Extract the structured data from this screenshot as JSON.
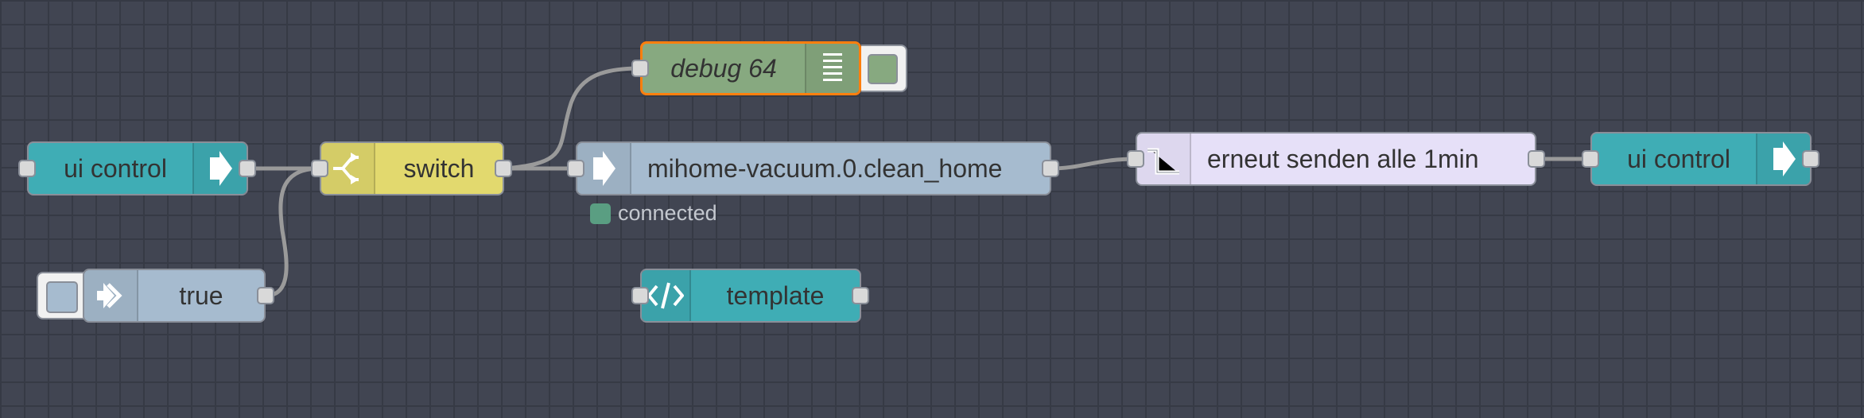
{
  "colors": {
    "ui_control": "#3fadb5",
    "switch": "#e2d96e",
    "debug": "#87a980",
    "mihome": "#a6bbcf",
    "delay": "#e6e0f8",
    "template": "#3fadb5",
    "inject": "#a6bbcf",
    "selection": "#ff7f0e",
    "status_connected": "#5a9e82"
  },
  "nodes": {
    "ui_control_in": {
      "label": "ui control",
      "icon": "arrow-right-icon"
    },
    "switch": {
      "label": "switch",
      "icon": "switch-icon"
    },
    "debug": {
      "label": "debug 64",
      "icon": "list-icon"
    },
    "mihome": {
      "label": "mihome-vacuum.0.clean_home",
      "icon": "arrow-right-icon",
      "status": "connected"
    },
    "delay": {
      "label": "erneut senden alle 1min",
      "icon": "pulse-icon"
    },
    "ui_control_out": {
      "label": "ui control",
      "icon": "arrow-right-icon"
    },
    "inject": {
      "label": "true",
      "icon": "inject-arrow-icon"
    },
    "template": {
      "label": "template",
      "icon": "code-icon"
    }
  }
}
